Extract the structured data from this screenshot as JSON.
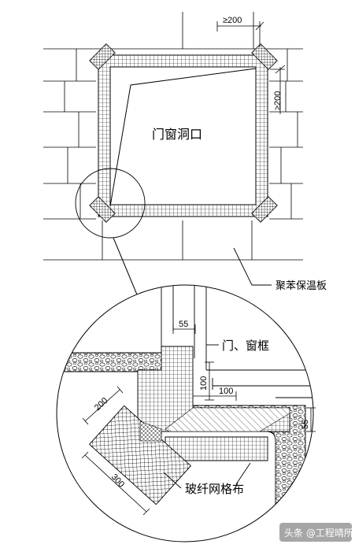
{
  "top_view": {
    "opening_label": "门窗洞口",
    "insulation_label": "聚苯保温板",
    "dim_corner_offset": "≥200",
    "dim_side_offset": "≥200"
  },
  "detail_view": {
    "frame_label": "门、窗框",
    "mesh_label": "玻纤网格布",
    "dim_55_top": "55",
    "dim_100_vertical": "100",
    "dim_100_horizontal": "100",
    "dim_55_right": "55",
    "dim_200": "200",
    "dim_300": "300"
  },
  "watermark": {
    "text": "头条 @工程晴所L"
  }
}
